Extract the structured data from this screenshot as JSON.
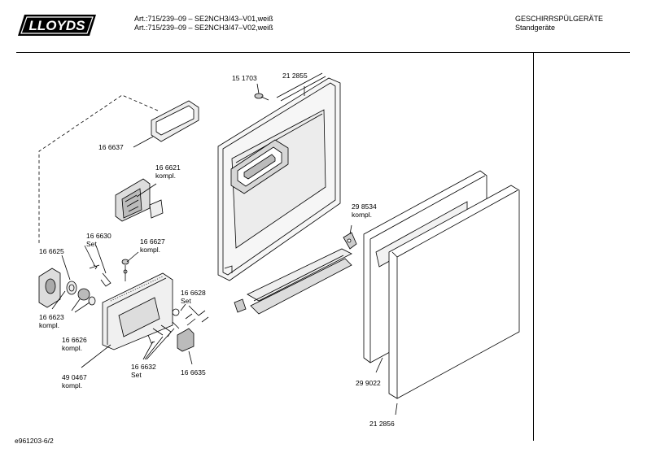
{
  "header": {
    "brand": "LLOYDS",
    "article_line1": "Art.:715/239–09 – SE2NCH3/43–V01,weiß",
    "article_line2": "Art.:715/239–09 – SE2NCH3/47–V02,weiß",
    "category": "GESCHIRRSPÜLGERÄTE",
    "subcategory": "Standgeräte"
  },
  "parts": [
    {
      "id": "p151703",
      "number": "15 1703"
    },
    {
      "id": "p212855",
      "number": "21 2855"
    },
    {
      "id": "p166637",
      "number": "16 6637"
    },
    {
      "id": "p166621",
      "number": "16 6621",
      "note": "kompl."
    },
    {
      "id": "p298534",
      "number": "29 8534",
      "note": "kompl."
    },
    {
      "id": "p166630",
      "number": "16 6630",
      "note": "Set"
    },
    {
      "id": "p166627",
      "number": "16 6627",
      "note": "kompl."
    },
    {
      "id": "p166625",
      "number": "16 6625"
    },
    {
      "id": "p166628",
      "number": "16 6628",
      "note": "Set"
    },
    {
      "id": "p166623",
      "number": "16 6623",
      "note": "kompl."
    },
    {
      "id": "p166626",
      "number": "16 6626",
      "note": "kompl."
    },
    {
      "id": "p490467",
      "number": "49 0467",
      "note": "kompl."
    },
    {
      "id": "p166632",
      "number": "16 6632",
      "note": "Set"
    },
    {
      "id": "p166635",
      "number": "16 6635"
    },
    {
      "id": "p299022",
      "number": "29 9022"
    },
    {
      "id": "p212856",
      "number": "21 2856"
    }
  ],
  "footer": {
    "drawing_id": "e961203-6/2"
  }
}
